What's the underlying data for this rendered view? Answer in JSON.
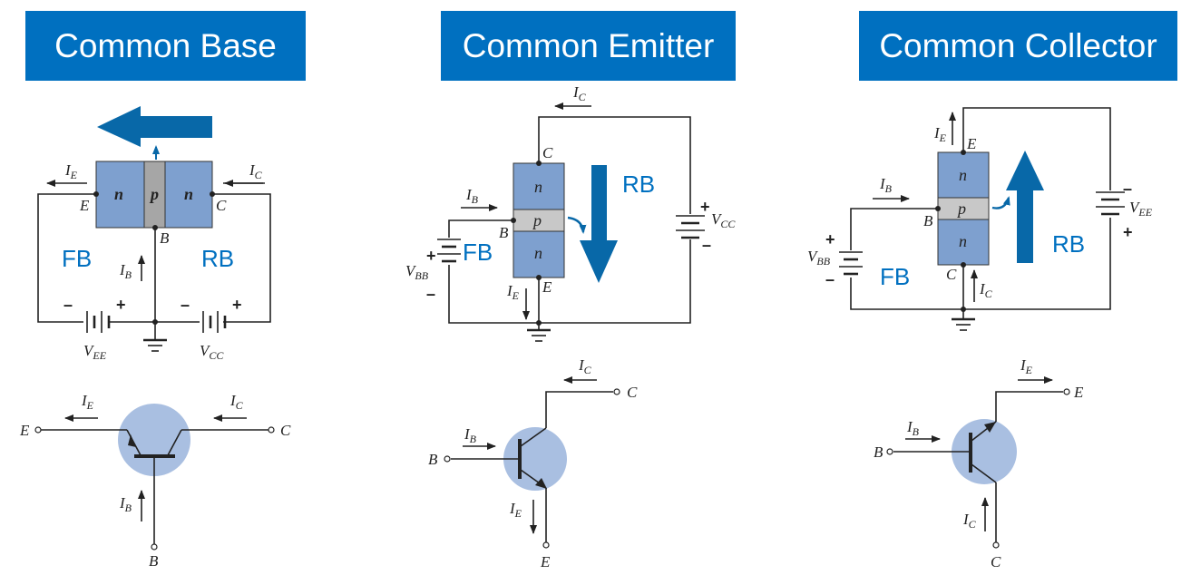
{
  "headers": {
    "common_base": "Common Base",
    "common_emitter": "Common Emitter",
    "common_collector": "Common Collector"
  },
  "bias_labels": {
    "forward": "FB",
    "reverse": "RB"
  },
  "terminals": {
    "emitter": "E",
    "base": "B",
    "collector": "C"
  },
  "currents": {
    "prefix": "I",
    "emitter_sub": "E",
    "base_sub": "B",
    "collector_sub": "C"
  },
  "regions": {
    "n": "n",
    "p": "p"
  },
  "supplies": {
    "vee_prefix": "V",
    "vee_sub": "EE",
    "vcc_prefix": "V",
    "vcc_sub": "CC",
    "vbb_prefix": "V",
    "vbb_sub": "BB"
  },
  "polarity": {
    "plus": "+",
    "minus": "–"
  },
  "colors": {
    "header_bg": "#0070c0",
    "semiconductor": "#7ea0cf",
    "p_region": "#a6a6a6",
    "symbol_circle": "#a9bfe1",
    "arrow": "#0868a8"
  }
}
